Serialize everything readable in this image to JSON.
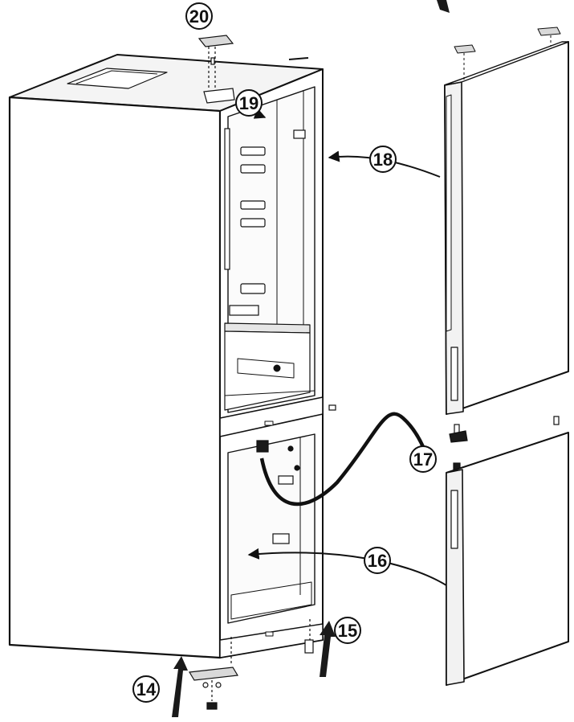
{
  "callouts": [
    {
      "id": "c20",
      "label": "20"
    },
    {
      "id": "c19",
      "label": "19"
    },
    {
      "id": "c18",
      "label": "18"
    },
    {
      "id": "c17",
      "label": "17"
    },
    {
      "id": "c16",
      "label": "16"
    },
    {
      "id": "c15",
      "label": "15"
    },
    {
      "id": "c14",
      "label": "14"
    }
  ],
  "colors": {
    "line": "#111111",
    "panel_fill": "#ffffff",
    "light_fill": "#f2f2f2",
    "shade_fill": "#d9d9d9",
    "dark_fill": "#1a1a1a"
  }
}
